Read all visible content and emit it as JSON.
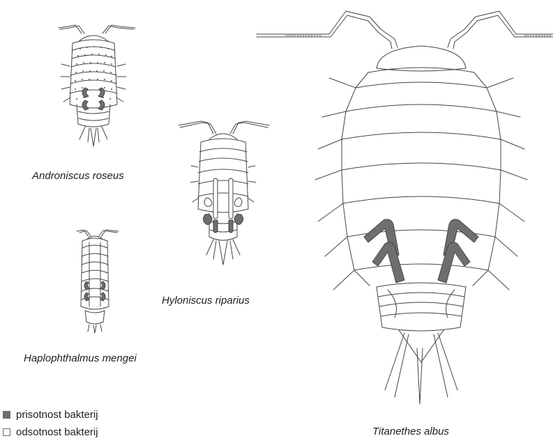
{
  "species": [
    {
      "id": "androniscus",
      "name": "Androniscus roseus"
    },
    {
      "id": "haplophthalmus",
      "name": "Haplophthalmus mengei"
    },
    {
      "id": "hyloniscus",
      "name": "Hyloniscus riparius"
    },
    {
      "id": "titanethes",
      "name": "Titanethes albus"
    }
  ],
  "legend": {
    "present": {
      "label": "prisotnost bakterij",
      "color": "#6e6e6e"
    },
    "absent": {
      "label": "odsotnost bakterij",
      "color": "#ffffff"
    }
  }
}
